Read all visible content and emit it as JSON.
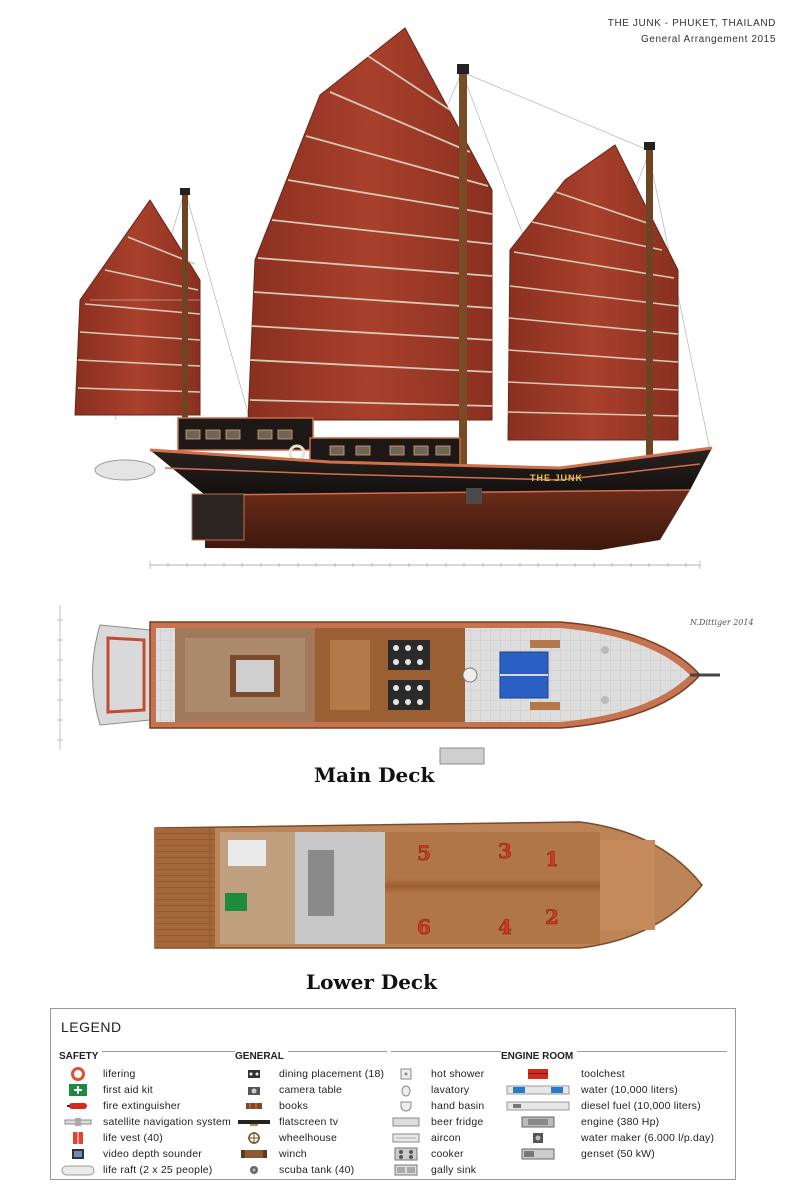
{
  "header": {
    "title": "THE JUNK - PHUKET, THAILAND",
    "subtitle": "General Arrangement 2015"
  },
  "hull_name": "THE JUNK",
  "signature": "N.Dittiger 2014",
  "main_deck": {
    "title": "Main Deck"
  },
  "lower_deck": {
    "title": "Lower Deck",
    "cabins": [
      "1",
      "2",
      "3",
      "4",
      "5",
      "6"
    ]
  },
  "colors": {
    "sail": "#9e3a28",
    "sail_dark": "#7c2a1c",
    "hull_black": "#1a1614",
    "hull_trim": "#d2704e",
    "hull_bottom": "#5a2416",
    "deck_wood": "#9a5f33",
    "deck_wood_light": "#c48a57",
    "cabin_number": "#d23a1f"
  },
  "legend": {
    "title": "LEGEND",
    "columns": [
      {
        "heading": "SAFETY",
        "items": [
          {
            "label": "lifering",
            "icon": "lifering-icon"
          },
          {
            "label": "first aid kit",
            "icon": "first-aid-icon"
          },
          {
            "label": "fire extinguisher",
            "icon": "fire-extinguisher-icon"
          },
          {
            "label": "satellite navigation system",
            "icon": "satellite-icon"
          },
          {
            "label": "life vest (40)",
            "icon": "life-vest-icon"
          },
          {
            "label": "video depth sounder",
            "icon": "depth-sounder-icon"
          },
          {
            "label": "life raft (2 x 25 people)",
            "icon": "life-raft-icon"
          }
        ]
      },
      {
        "heading": "GENERAL",
        "items": [
          {
            "label": "dining placement (18)",
            "icon": "dining-icon"
          },
          {
            "label": "camera table",
            "icon": "camera-icon"
          },
          {
            "label": "books",
            "icon": "books-icon"
          },
          {
            "label": "flatscreen tv",
            "icon": "tv-icon"
          },
          {
            "label": "wheelhouse",
            "icon": "wheelhouse-icon"
          },
          {
            "label": "winch",
            "icon": "winch-icon"
          },
          {
            "label": "scuba tank (40)",
            "icon": "scuba-tank-icon"
          }
        ]
      },
      {
        "heading": "",
        "items": [
          {
            "label": "hot shower",
            "icon": "shower-icon"
          },
          {
            "label": "lavatory",
            "icon": "toilet-icon"
          },
          {
            "label": "hand basin",
            "icon": "basin-icon"
          },
          {
            "label": "beer fridge",
            "icon": "fridge-icon"
          },
          {
            "label": "aircon",
            "icon": "aircon-icon"
          },
          {
            "label": "cooker",
            "icon": "cooker-icon"
          },
          {
            "label": "gally sink",
            "icon": "sink-icon"
          }
        ]
      },
      {
        "heading": "ENGINE ROOM",
        "items": [
          {
            "label": "toolchest",
            "icon": "toolchest-icon"
          },
          {
            "label": "water (10,000 liters)",
            "icon": "water-tank-icon"
          },
          {
            "label": "diesel fuel (10,000 liters)",
            "icon": "fuel-tank-icon"
          },
          {
            "label": "engine (380 Hp)",
            "icon": "engine-icon"
          },
          {
            "label": "water maker (6.000 l/p.day)",
            "icon": "water-maker-icon"
          },
          {
            "label": "genset (50 kW)",
            "icon": "genset-icon"
          }
        ]
      }
    ]
  }
}
